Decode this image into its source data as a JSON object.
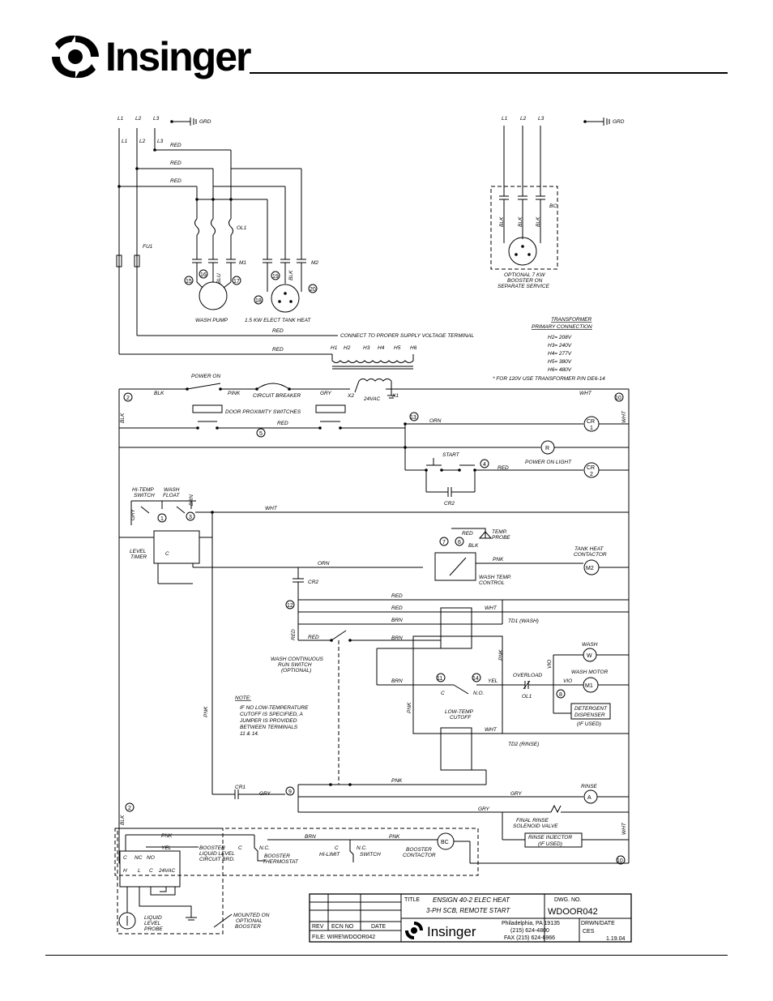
{
  "brand": {
    "name": "Insinger"
  },
  "labels": {
    "L1": "L1",
    "L2": "L2",
    "L3": "L3",
    "GRD": "GRD",
    "RED": "RED",
    "BLK": "BLK",
    "BLU": "BLU",
    "WHT": "WHT",
    "ORN": "ORN",
    "PNK": "PNK",
    "PINK": "PINK",
    "GRY": "GRY",
    "BRN": "BRN",
    "YEL": "YEL",
    "VIO": "VIO",
    "FU1": "FU1",
    "OL1": "OL1",
    "M1": "M1",
    "M2": "M2",
    "BC": "BC",
    "CR1": "CR1",
    "CR2": "CR2",
    "wash_pump": "WASH PUMP",
    "tank_heat": "1.5 KW ELECT TANK HEAT",
    "booster_opt": [
      "OPTIONAL 7 KW",
      "BOOSTER ON",
      "SEPARATE SERVICE"
    ],
    "connect": "CONNECT TO PROPER SUPPLY VOLTAGE TERMINAL",
    "transformer_title": [
      "TRANSFORMER",
      "PRIMARY CONNECTION"
    ],
    "transformer_taps": [
      "H2= 208V",
      "H3= 240V",
      "H4= 277V",
      "H5= 380V",
      "H6= 480V"
    ],
    "transformer_note": "* FOR 120V USE TRANSFORMER P/N DE6-14",
    "H_terms": [
      "H1",
      "H2",
      "H3",
      "H4",
      "H5",
      "H6"
    ],
    "X2": "X2",
    "X1": "X1",
    "24VAC": "24VAC",
    "power_on": "POWER ON",
    "circuit_breaker": "CIRCUIT BREAKER",
    "door_switches": "DOOR PROXIMITY SWITCHES",
    "start": "START",
    "power_on_light": "POWER ON LIGHT",
    "hi_temp": [
      "HI-TEMP",
      "SWITCH"
    ],
    "wash_float": [
      "WASH",
      "FLOAT"
    ],
    "level_timer": [
      "LEVEL",
      "TIMER"
    ],
    "temp_probe": [
      "TEMP.",
      "PROBE"
    ],
    "tank_heat_contactor": [
      "TANK HEAT",
      "CONTACTOR"
    ],
    "wash_temp": [
      "WASH TEMP.",
      "CONTROL"
    ],
    "td1": "TD1 (WASH)",
    "td2": "TD2 (RINSE)",
    "wash_cont": [
      "WASH CONTINUOUS",
      "RUN SWITCH",
      "(OPTIONAL)"
    ],
    "wash": "WASH",
    "wash_motor": "WASH MOTOR",
    "overload": "OVERLOAD",
    "detergent": [
      "DETERGENT",
      "DISPENSER"
    ],
    "if_used": "(IF USED)",
    "note_title": "NOTE:",
    "note_body": [
      "IF NO LOW-TEMPERATURE",
      "CUTOFF IS SPECIFIED, A",
      "JUMPER IS PROVIDED",
      "BETWEEN TERMINALS",
      "11 & 14."
    ],
    "low_temp": [
      "LOW-TEMP",
      "CUTOFF"
    ],
    "C": "C",
    "NO": "N.O.",
    "NC": "N.C.",
    "rinse": "RINSE",
    "final_rinse": [
      "FINAL RINSE",
      "SOLENOID VALVE"
    ],
    "rinse_injector": [
      "RINSE INJECTOR",
      "(IF USED)"
    ],
    "booster_level": [
      "BOOSTER",
      "LIQUID LEVEL",
      "CIRCUIT BRD."
    ],
    "booster_thermo": [
      "BOOSTER",
      "THERMOSTAT"
    ],
    "hi_limit": "HI-LIMIT",
    "switch": "SWITCH",
    "booster_contactor": [
      "BOOSTER",
      "CONTACTOR"
    ],
    "board_terms_top": [
      "C",
      "NC",
      "NO"
    ],
    "board_terms_bot": [
      "H",
      "L",
      "C",
      "24VAC"
    ],
    "liquid_probe": [
      "LIQUID",
      "LEVEL",
      "PROBE"
    ],
    "mounted": [
      "MOUNTED ON",
      "OPTIONAL",
      "BOOSTER"
    ],
    "A": "A",
    "W": "W",
    "R": "R",
    "CR": "CR",
    "one": "1",
    "two": "2"
  },
  "terminals": [
    "1",
    "2",
    "3",
    "4",
    "5",
    "6",
    "7",
    "8",
    "9",
    "10",
    "11",
    "12",
    "13",
    "14",
    "15",
    "16",
    "17",
    "18",
    "19",
    "20"
  ],
  "title_block": {
    "title_label": "TITLE",
    "title_line1": "ENSIGN 40-2 ELEC HEAT",
    "title_line2": "3-PH SCB, REMOTE START",
    "dwg_no_label": "DWG. NO.",
    "dwg_no": "WDOOR042",
    "rev": "REV",
    "ecn": "ECN NO",
    "date": "DATE",
    "file": "FILE: WIRE\\WDOOR042",
    "company": "Insinger",
    "address": "Philadelphia, PA 19135",
    "phone": "(215) 624-4800",
    "fax": "FAX (215) 624-6966",
    "drwn": "DRWN/DATE",
    "initials": "CES",
    "drwn_date": "1.19.04"
  }
}
